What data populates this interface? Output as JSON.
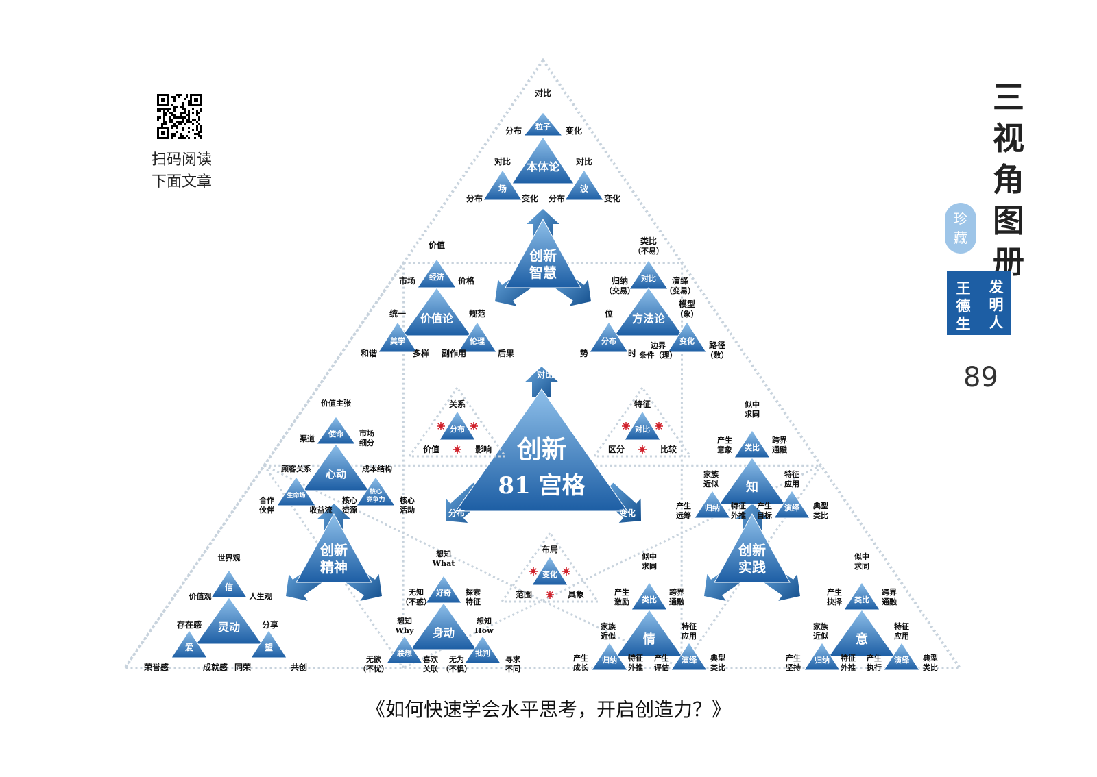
{
  "qr": {
    "caption_line1": "扫码阅读",
    "caption_line2": "下面文章"
  },
  "title": {
    "chars": [
      "三",
      "视",
      "角",
      "图",
      "册"
    ]
  },
  "seal_round": [
    "珍",
    "藏"
  ],
  "seal_square": [
    "发",
    "明",
    "人",
    "王",
    "德",
    "生"
  ],
  "page_number": "89",
  "caption": "《如何快速学会水平思考，开启创造力？》",
  "colors": {
    "triangle_light": "#7bb3e3",
    "triangle_dark": "#1d5ea4",
    "border": "#c8d3dd",
    "red_dot": "#d0202a"
  },
  "center": {
    "line1": "创新",
    "line2": "81 宫格",
    "arrow_top": "对比",
    "arrow_left": "分布",
    "arrow_right": "变化"
  },
  "wisdom": {
    "line1": "创新",
    "line2": "智慧"
  },
  "spirit": {
    "line1": "创新",
    "line2": "精神"
  },
  "practice": {
    "line1": "创新",
    "line2": "实践"
  },
  "nodes": [
    {
      "id": "top_main",
      "label": "本体论",
      "tl": "对比",
      "tr": "对比",
      "tlabel": "粒子",
      "ttop": "对比",
      "tleft": "分布",
      "tright": "变化",
      "bl": "场",
      "bl_l": "分布",
      "bl_r": "变化",
      "br": "波",
      "br_l": "分布",
      "br_r": "变化"
    },
    {
      "id": "value",
      "label": "价值论",
      "top": "经济",
      "top_t": "价值",
      "top_l": "市场",
      "top_r": "价格",
      "bl": "美学",
      "bl_t": "统一",
      "bl_l": "和谐",
      "bl_r": "多样",
      "br": "伦理",
      "br_t": "规范",
      "br_l": "副作用",
      "br_r": "后果"
    },
    {
      "id": "method",
      "label": "方法论",
      "top": "对比",
      "top_t": "类比",
      "top_t2": "（不易）",
      "top_l": "归纳",
      "top_l2": "（交易）",
      "top_r": "演绎",
      "top_r2": "（变易）",
      "bl": "分布",
      "bl_t": "位",
      "bl_l": "势",
      "bl_r": "时",
      "br": "变化",
      "br_t": "模型",
      "br_t2": "（象）",
      "br_l": "边界",
      "br_l2": "条件（理）",
      "br_r": "路径",
      "br_r2": "（数）"
    },
    {
      "id": "heart",
      "label": "心动",
      "top": "使命",
      "top_t": "价值主张",
      "top_l": "渠道",
      "top_r": "市场",
      "top_r2": "细分",
      "bl": "生命场",
      "bl_t": "顾客关系",
      "bl_l": "合作",
      "bl_l2": "伙伴",
      "bl_r": "收益流",
      "br": "核心",
      "br2": "竞争力",
      "br_t": "成本结构",
      "br_l": "核心",
      "br_l2": "资源",
      "br_r": "核心",
      "br_r2": "活动"
    },
    {
      "id": "dist",
      "label": "分布",
      "top": "关系",
      "l": "价值",
      "r": "影响"
    },
    {
      "id": "contrast",
      "label": "对比",
      "top": "特征",
      "l": "区分",
      "r": "比较"
    },
    {
      "id": "change",
      "label": "变化",
      "top": "布局",
      "l": "范围",
      "r": "具象"
    },
    {
      "id": "know",
      "label": "知",
      "top": "类比",
      "top_t": "似中",
      "top_t2": "求同",
      "top_l": "产生",
      "top_l2": "意象",
      "top_r": "跨界",
      "top_r2": "通融",
      "bl": "归纳",
      "bl_t": "家族",
      "bl_t2": "近似",
      "bl_l": "产生",
      "bl_l2": "远筹",
      "bl_r": "特征",
      "bl_r2": "外推",
      "br": "演绎",
      "br_t": "特征",
      "br_t2": "应用",
      "br_l": "产生",
      "br_l2": "目标",
      "br_r": "典型",
      "br_r2": "类比"
    },
    {
      "id": "spirit_move",
      "label": "灵动",
      "top": "信",
      "top_t": "世界观",
      "top_l": "价值观",
      "top_r": "人生观",
      "bl": "爱",
      "bl_t": "存在感",
      "bl_l": "荣誉感",
      "bl_r": "成就感",
      "br": "望",
      "br_t": "分享",
      "br_l": "同荣",
      "br_r": "共创"
    },
    {
      "id": "body",
      "label": "身动",
      "top": "好奇",
      "top_t": "想知",
      "top_t2": "What",
      "top_l": "无知",
      "top_l2": "（不惑）",
      "top_r": "探索",
      "top_r2": "特征",
      "bl": "联想",
      "bl_t": "想知",
      "bl_t2": "Why",
      "bl_l": "无欲",
      "bl_l2": "（不忧）",
      "bl_r": "喜欢",
      "bl_r2": "关联",
      "br": "批判",
      "br_t": "想知",
      "br_t2": "How",
      "br_l": "无为",
      "br_l2": "（不惧）",
      "br_r": "寻求",
      "br_r2": "不同"
    },
    {
      "id": "emotion",
      "label": "情",
      "top": "类比",
      "top_t": "似中",
      "top_t2": "求同",
      "top_l": "产生",
      "top_l2": "激励",
      "top_r": "跨界",
      "top_r2": "通融",
      "bl": "归纳",
      "bl_t": "家族",
      "bl_t2": "近似",
      "bl_l": "产生",
      "bl_l2": "成长",
      "bl_r": "特征",
      "bl_r2": "外推",
      "br": "演绎",
      "br_t": "特征",
      "br_t2": "应用",
      "br_l": "产生",
      "br_l2": "评估",
      "br_r": "典型",
      "br_r2": "类比"
    },
    {
      "id": "will",
      "label": "意",
      "top": "类比",
      "top_t": "似中",
      "top_t2": "求同",
      "top_l": "产生",
      "top_l2": "抉择",
      "top_r": "跨界",
      "top_r2": "通融",
      "bl": "归纳",
      "bl_t": "家族",
      "bl_t2": "近似",
      "bl_l": "产生",
      "bl_l2": "坚持",
      "bl_r": "特征",
      "bl_r2": "外推",
      "br": "演绎",
      "br_t": "特征",
      "br_t2": "应用",
      "br_l": "产生",
      "br_l2": "执行",
      "br_r": "典型",
      "br_r2": "类比"
    }
  ]
}
